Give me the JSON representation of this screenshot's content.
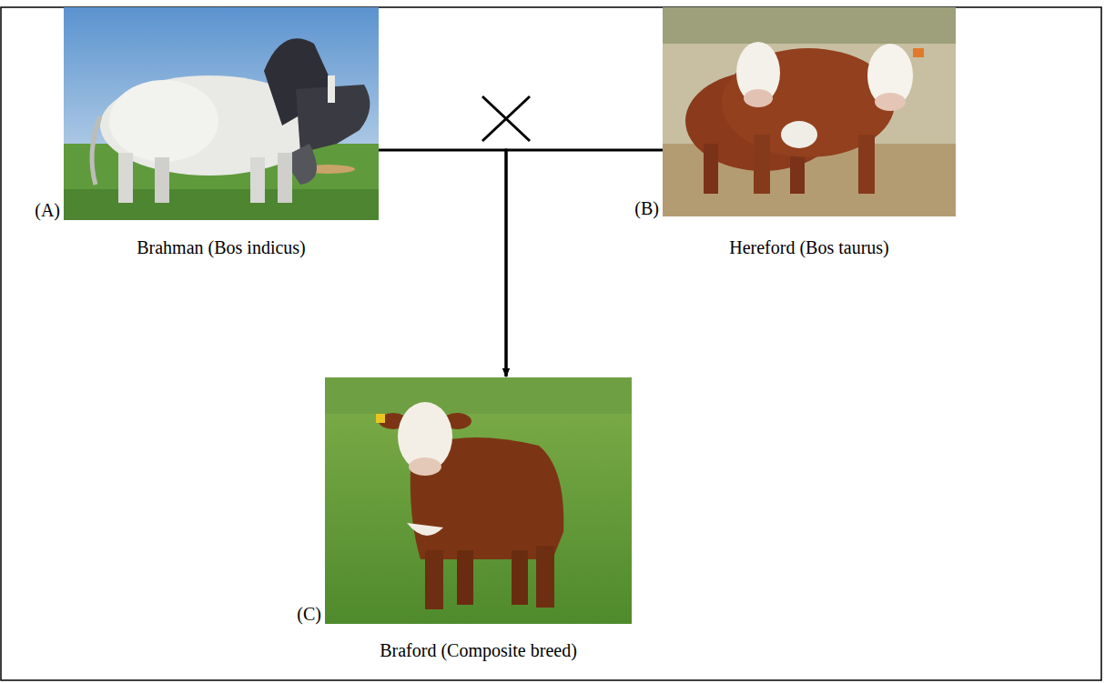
{
  "diagram": {
    "nodes": [
      {
        "text": [
          "(A)",
          "Brahman (Bos indicus)"
        ]
      },
      {
        "text": [
          "(B)",
          "Hereford (Bos taurus)"
        ]
      },
      {
        "text": [
          "(C)",
          "Braford (Composite breed)"
        ]
      }
    ],
    "edges": [
      {
        "from": 0,
        "to": 2,
        "arrow": "to"
      },
      {
        "from": 1,
        "to": 2,
        "arrow": "to"
      }
    ]
  }
}
